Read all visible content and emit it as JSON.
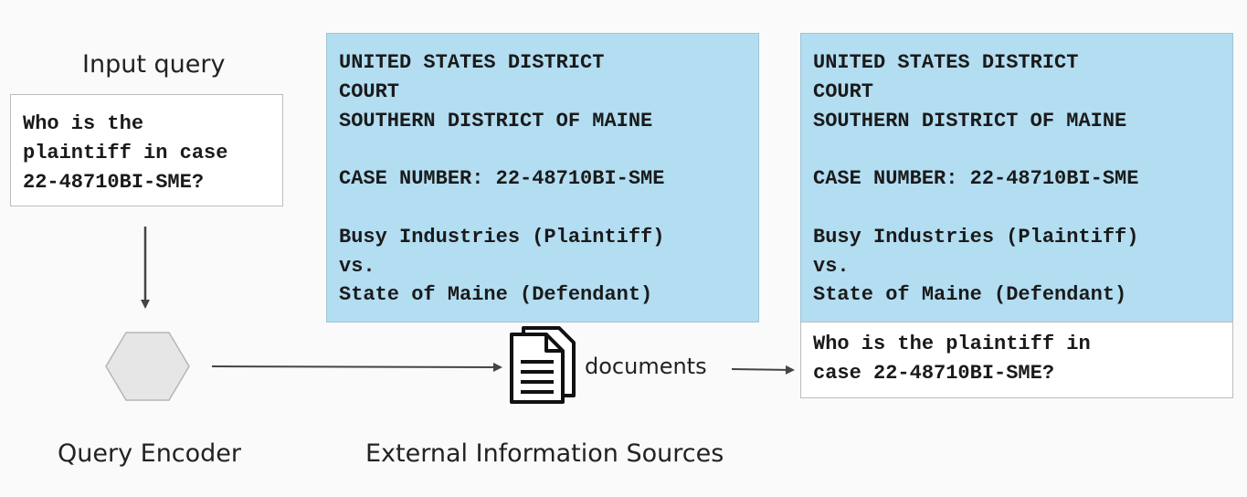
{
  "labels": {
    "input_query": "Input query",
    "query_encoder": "Query Encoder",
    "external_sources": "External Information Sources",
    "documents": "documents"
  },
  "query": {
    "lines": [
      "Who is the",
      "plaintiff in case",
      "22-48710BI-SME?"
    ]
  },
  "retrieved_document": {
    "lines": [
      "UNITED STATES DISTRICT",
      "COURT",
      "SOUTHERN DISTRICT OF MAINE",
      "",
      "CASE NUMBER: 22-48710BI-SME",
      "",
      "Busy Industries (Plaintiff)",
      "vs.",
      "State of Maine (Defendant)"
    ]
  },
  "augmented_prompt": {
    "context_lines": [
      "UNITED STATES DISTRICT",
      "COURT",
      "SOUTHERN DISTRICT OF MAINE",
      "",
      "CASE NUMBER: 22-48710BI-SME",
      "",
      "Busy Industries (Plaintiff)",
      "vs.",
      "State of Maine (Defendant)"
    ],
    "question_lines": [
      "Who is the plaintiff in",
      "case 22-48710BI-SME?"
    ]
  },
  "icons": {
    "encoder": "hexagon-icon",
    "documents": "documents-icon"
  },
  "colors": {
    "document_fill": "#b3ddf1",
    "box_border": "#bdbdbd",
    "hexagon_fill": "#e6e6e6",
    "arrow": "#444444"
  }
}
